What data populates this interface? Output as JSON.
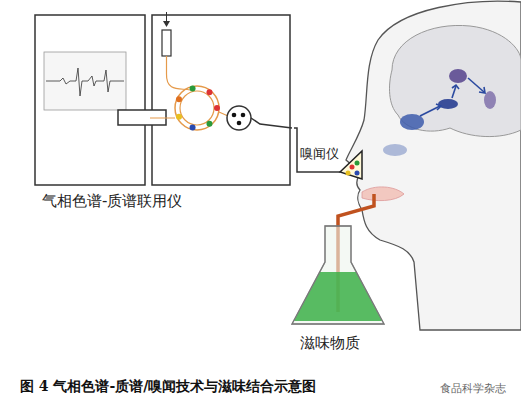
{
  "diagram": {
    "caption": "图 4 气相色谱-质谱/嗅闻技术与滋味结合示意图",
    "nodes": [
      {
        "text": [
          "气相色谱-质谱联用仪"
        ]
      },
      {
        "text": [
          "嗅闻仪"
        ]
      },
      {
        "text": [
          "滋味物质"
        ]
      }
    ],
    "edges": [
      {
        "from": 0,
        "to": 1,
        "arrow": "none"
      }
    ],
    "labels": [
      "食品科学杂志"
    ]
  }
}
